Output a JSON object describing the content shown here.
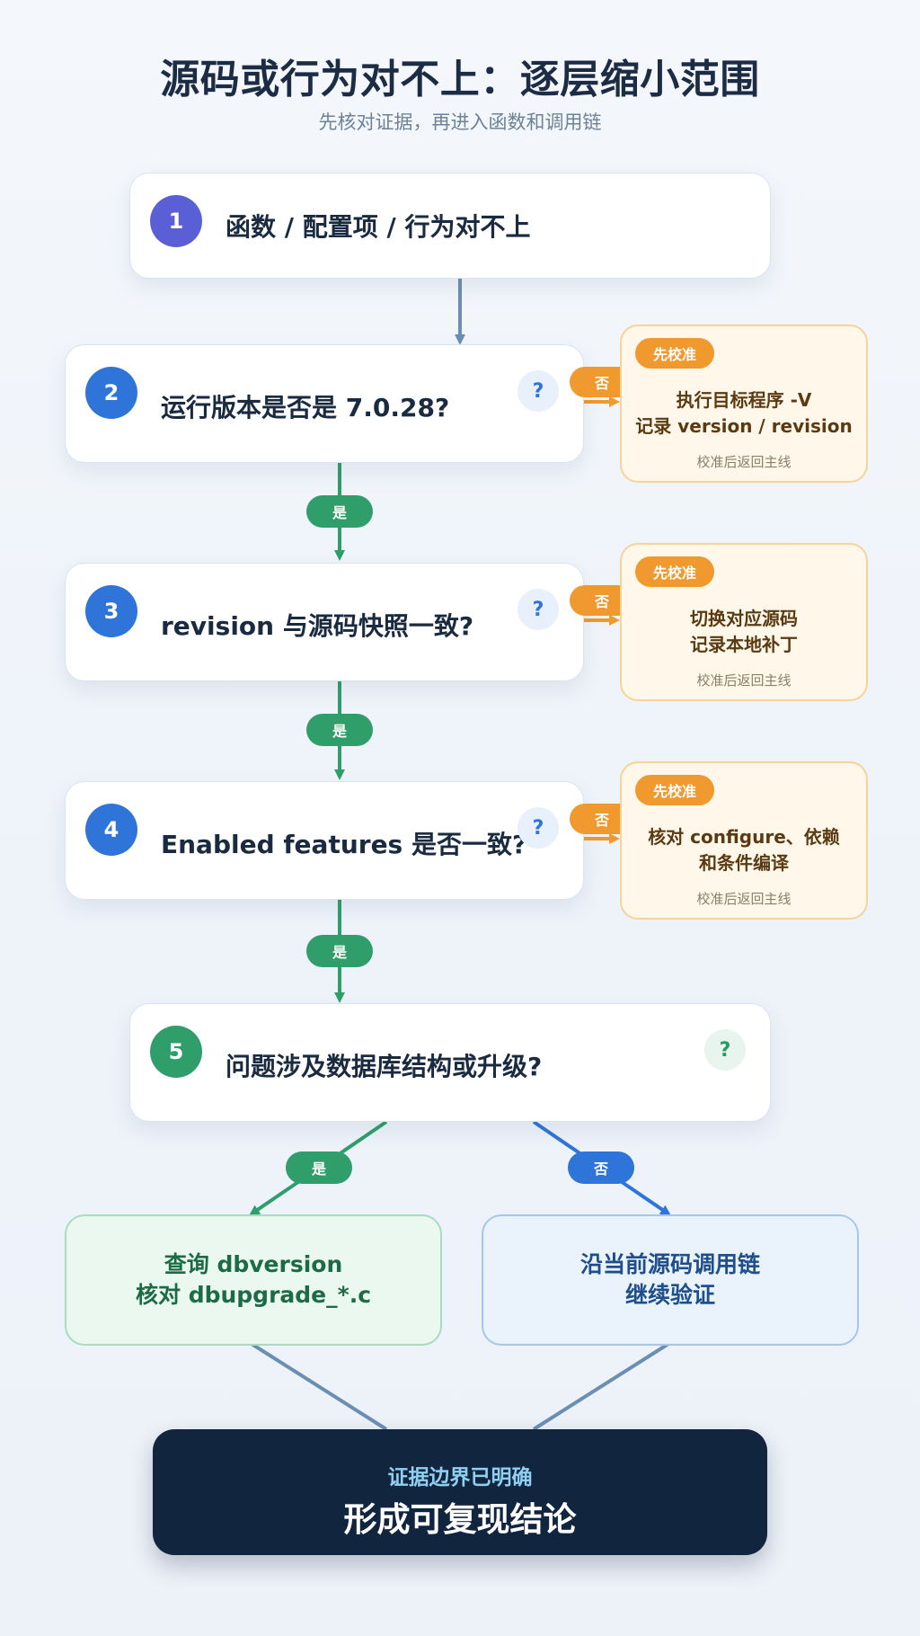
{
  "header": {
    "title": "源码或行为对不上：逐层缩小范围",
    "subtitle": "先核对证据，再进入函数和调用链"
  },
  "steps": [
    {
      "number": "1",
      "text": "函数 / 配置项 / 行为对不上",
      "color": "#5b5fd6"
    },
    {
      "number": "2",
      "text": "运行版本是否是 7.0.28?",
      "color": "#2f74d8",
      "question_mark": "?"
    },
    {
      "number": "3",
      "text": "revision 与源码快照一致?",
      "color": "#2f74d8",
      "question_mark": "?"
    },
    {
      "number": "4",
      "text": "Enabled features 是否一致?",
      "color": "#2f74d8",
      "question_mark": "?"
    },
    {
      "number": "5",
      "text": "问题涉及数据库结构或升级?",
      "color": "#2f9e6a",
      "question_mark": "?"
    }
  ],
  "labels": {
    "yes": "是",
    "no": "否"
  },
  "side_boxes": [
    {
      "tag": "先校准",
      "lines": [
        "执行目标程序 -V",
        "记录 version / revision"
      ],
      "note": "校准后返回主线"
    },
    {
      "tag": "先校准",
      "lines": [
        "切换对应源码",
        "记录本地补丁"
      ],
      "note": "校准后返回主线"
    },
    {
      "tag": "先校准",
      "lines": [
        "核对 configure、依赖",
        "和条件编译"
      ],
      "note": "校准后返回主线"
    }
  ],
  "outcomes": {
    "yes": {
      "lines": [
        "查询 dbversion",
        "核对 dbupgrade_*.c"
      ]
    },
    "no": {
      "lines": [
        "沿当前源码调用链",
        "继续验证"
      ]
    }
  },
  "conclusion": {
    "subtitle": "证据边界已明确",
    "title": "形成可复现结论"
  },
  "colors": {
    "main_line": "#6b8fb3",
    "yes_green": "#2f9e6a",
    "no_orange": "#f0992f",
    "no_blue": "#2f74d8",
    "final_dark": "#12253f"
  }
}
